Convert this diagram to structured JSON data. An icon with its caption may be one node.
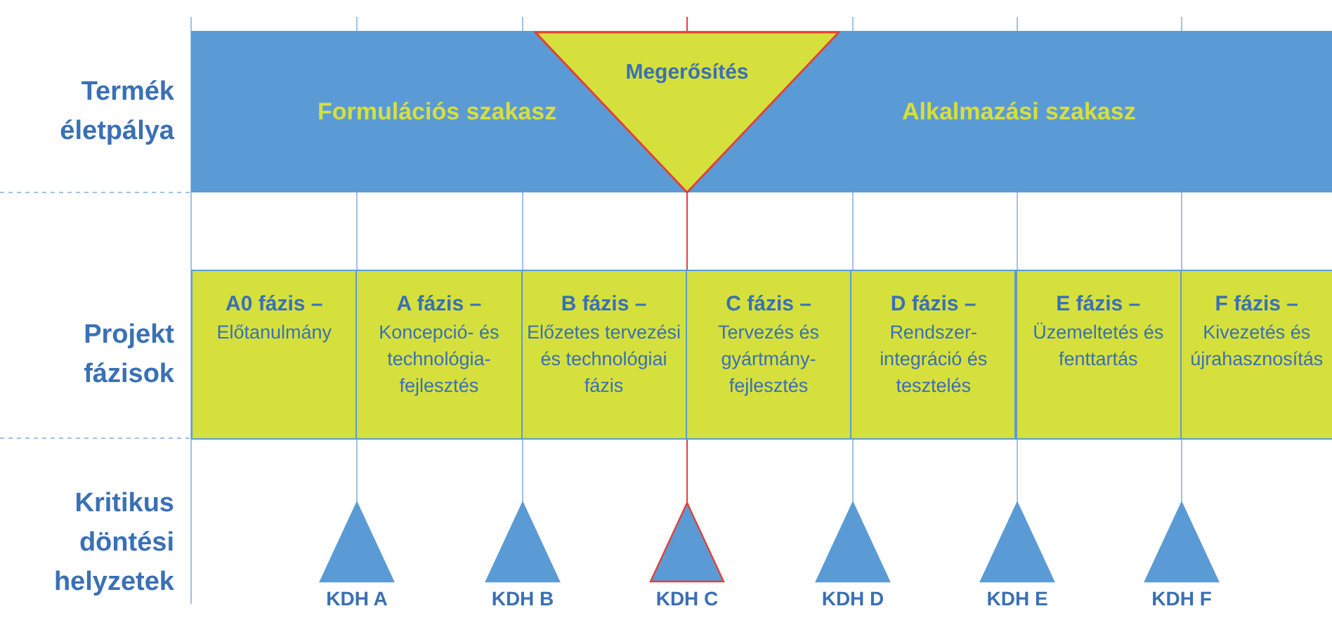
{
  "diagram": {
    "nodes": [
      {
        "text": [
          "Formulációs szakasz",
          "Alkalmazási szakasz"
        ]
      },
      {
        "text": [
          "Megerősítés"
        ],
        "in": 0
      },
      {
        "text": [
          "A0 fázis –",
          "Előtanulmány"
        ]
      },
      {
        "text": [
          "A fázis –",
          "Koncepció- és technológia-fejlesztés"
        ]
      },
      {
        "text": [
          "B fázis –",
          "Előzetes tervezési és technológiai fázis"
        ]
      },
      {
        "text": [
          "C fázis –",
          "Tervezés és gyártmány-fejlesztés"
        ]
      },
      {
        "text": [
          "D fázis –",
          "Rendszer-integráció és tesztelés"
        ]
      },
      {
        "text": [
          "E fázis –",
          "Üzemeltetés és fenttartás"
        ]
      },
      {
        "text": [
          "F fázis –",
          "Kivezetés és újrahasznosítás"
        ]
      },
      {
        "text": [
          "KDH A"
        ]
      },
      {
        "text": [
          "KDH B"
        ]
      },
      {
        "text": [
          "KDH C"
        ]
      },
      {
        "text": [
          "KDH D"
        ]
      },
      {
        "text": [
          "KDH E"
        ]
      },
      {
        "text": [
          "KDH F"
        ]
      }
    ],
    "edges": [],
    "labels": [
      "Termék életpálya",
      "Projekt fázisok",
      "Kritikus döntési helyzetek"
    ]
  }
}
